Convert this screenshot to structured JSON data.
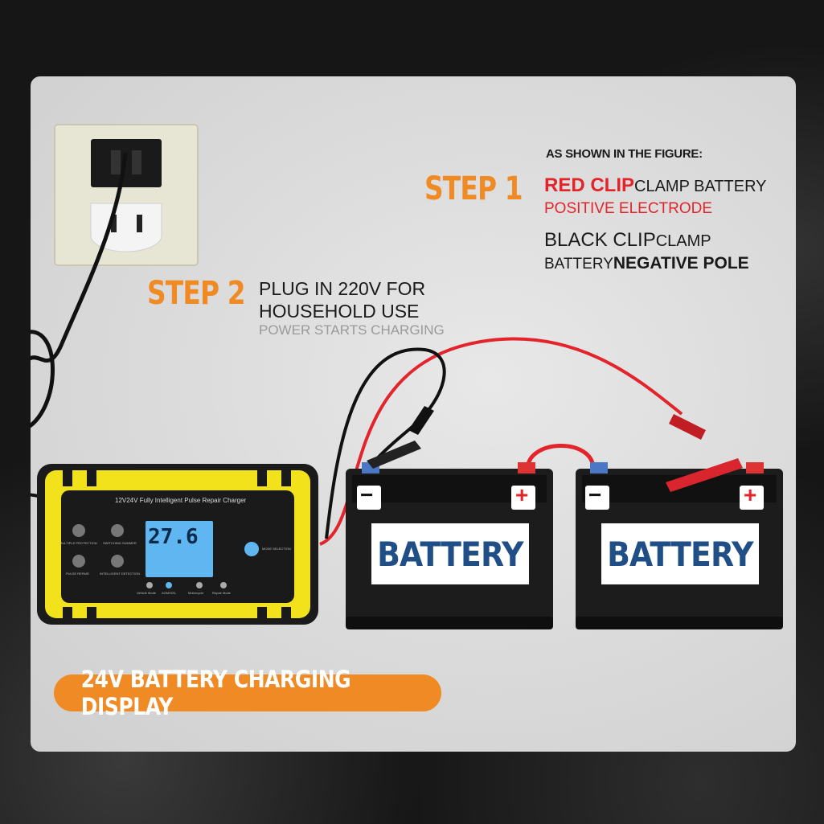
{
  "step1": {
    "label": "STEP 1",
    "intro": "AS SHOWN IN THE FIGURE:",
    "red_clip": "RED CLIP",
    "red_clip_rest": "CLAMP BATTERY",
    "positive_electrode": "POSITIVE ELECTRODE",
    "black_clip": "BLACK CLIP",
    "black_clip_rest": "CLAMP",
    "battery_word": "BATTERY",
    "negative_pole": "NEGATIVE POLE"
  },
  "step2": {
    "label": "STEP 2",
    "line1": "PLUG IN 220V FOR",
    "line2": "HOUSEHOLD USE",
    "line3": "POWER STARTS CHARGING"
  },
  "charger": {
    "model_text": "12V24V Fully Intelligent Pulse Repair Charger",
    "display_value": "27.6",
    "button_labels": [
      "MULTIPLE PROTECTION",
      "SWITCHING SUMMER",
      "PULSE REPAIR",
      "INTELLIGENT DETECTION",
      "MODE SELECTION"
    ],
    "mode_labels": [
      "Vehicle Mode",
      "AGM/GEL",
      "Motorcycle",
      "Repair Mode"
    ]
  },
  "batteries": [
    {
      "label": "BATTERY",
      "neg": "−",
      "pos": "+"
    },
    {
      "label": "BATTERY",
      "neg": "−",
      "pos": "+"
    }
  ],
  "banner": {
    "text": "24V BATTERY CHARGING DISPLAY"
  },
  "colors": {
    "accent_orange": "#f08a24",
    "clip_red": "#e3242b",
    "battery_blue": "#1f4f86",
    "charger_yellow": "#f2e21c"
  }
}
